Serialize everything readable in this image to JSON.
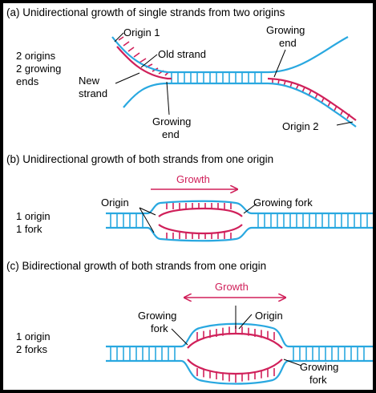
{
  "panel_a": {
    "title": "(a) Unidirectional growth of single strands from two origins",
    "summary_line1": "2 origins",
    "summary_line2": "2 growing",
    "summary_line3": "ends",
    "origin1_label": "Origin 1",
    "old_strand_label": "Old strand",
    "new_strand_line1": "New",
    "new_strand_line2": "strand",
    "growing_end_top_line1": "Growing",
    "growing_end_top_line2": "end",
    "growing_end_bottom_line1": "Growing",
    "growing_end_bottom_line2": "end",
    "origin2_label": "Origin 2"
  },
  "panel_b": {
    "title": "(b) Unidirectional growth of both strands from one origin",
    "growth_label": "Growth",
    "origin_label": "Origin",
    "fork_label": "Growing fork",
    "summary_line1": "1 origin",
    "summary_line2": "1 fork"
  },
  "panel_c": {
    "title": "(c) Bidirectional growth of both strands from one origin",
    "growth_label": "Growth",
    "origin_label": "Origin",
    "fork_left_line1": "Growing",
    "fork_left_line2": "fork",
    "fork_right_line1": "Growing",
    "fork_right_line2": "fork",
    "summary_line1": "1 origin",
    "summary_line2": "2 forks"
  },
  "colors": {
    "old_strand": "#29a8e0",
    "new_strand": "#d0205a",
    "background": "#000000"
  }
}
